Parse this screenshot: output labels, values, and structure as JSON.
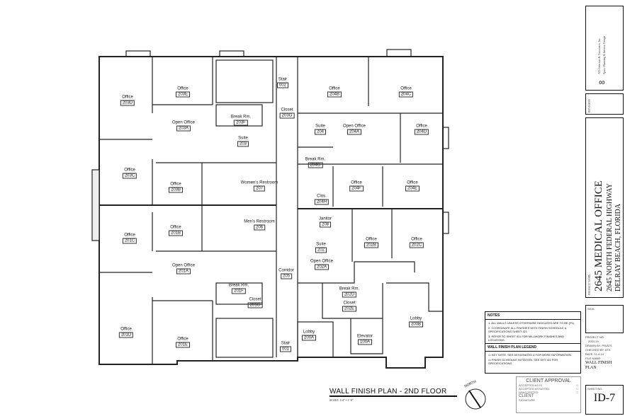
{
  "drawing": {
    "title": "WALL FINISH PLAN - 2ND FLOOR",
    "scale": "SCALE: 1/4\" = 1'-0\"",
    "north_label": "NORTH"
  },
  "rooms": [
    {
      "name": "Office",
      "number": "203D"
    },
    {
      "name": "Office",
      "number": "203E"
    },
    {
      "name": "Open Office",
      "number": "203A"
    },
    {
      "name": "Break Rm.",
      "number": "203F"
    },
    {
      "name": "Stair",
      "number": "002"
    },
    {
      "name": "Closet",
      "number": "203G"
    },
    {
      "name": "Suite",
      "number": "203"
    },
    {
      "name": "Office",
      "number": "203C"
    },
    {
      "name": "Office",
      "number": "203B"
    },
    {
      "name": "Women's Restroom",
      "number": "207"
    },
    {
      "name": "Men's Restroom",
      "number": "206"
    },
    {
      "name": "Office",
      "number": "201C"
    },
    {
      "name": "Office",
      "number": "201B"
    },
    {
      "name": "Open Office",
      "number": "201A"
    },
    {
      "name": "Break Rm.",
      "number": "201F"
    },
    {
      "name": "Closet",
      "number": "201G"
    },
    {
      "name": "Corridor",
      "number": "205"
    },
    {
      "name": "Office",
      "number": "201D"
    },
    {
      "name": "Office",
      "number": "201E"
    },
    {
      "name": "Stair",
      "number": "001"
    },
    {
      "name": "Office",
      "number": "204B"
    },
    {
      "name": "Office",
      "number": "204C"
    },
    {
      "name": "Suite",
      "number": "204"
    },
    {
      "name": "Open Office",
      "number": "204A"
    },
    {
      "name": "Office",
      "number": "204D"
    },
    {
      "name": "Break Rm.",
      "number": "204G"
    },
    {
      "name": "Office",
      "number": "204F"
    },
    {
      "name": "Office",
      "number": "204E"
    },
    {
      "name": "Clos.",
      "number": "204H"
    },
    {
      "name": "Janitor",
      "number": "208"
    },
    {
      "name": "Office",
      "number": "202B"
    },
    {
      "name": "Office",
      "number": "202C"
    },
    {
      "name": "Suite",
      "number": "202"
    },
    {
      "name": "Open Office",
      "number": "202A"
    },
    {
      "name": "Break Rm.",
      "number": "202D"
    },
    {
      "name": "Closet",
      "number": "202E"
    },
    {
      "name": "Lobby",
      "number": "200B"
    },
    {
      "name": "Elevator",
      "number": "100A"
    },
    {
      "name": "Lobby",
      "number": "200A"
    }
  ],
  "notes": {
    "heading": "NOTES",
    "items": [
      "1. ALL WALLS UNLESS OTHERWISE INDICATED ARE TO BE (P1).",
      "2. COORDINATE ALL FINISHES WITH FINISH SCHEDULE & SPECIFICATIONS SHEET ID1.",
      "3. REFER TO SHEET ID1 FOR MILLWORK FINISHES AND LOCATIONS."
    ],
    "legend_heading": "WALL FINISH PLAN LEGEND",
    "legend": [
      "KEY NOTE. SEE DESIGNATED # FOR MORE INFORMATION.",
      "FINISH SCHEDULE NOTATION. SEE SHT ID1 FOR SPECIFICATIONS"
    ]
  },
  "approval": {
    "title": "CLIENT APPROVAL",
    "options": [
      "ACCEPTED AS IS",
      "ACCEPTED AS NOTED",
      "UNACCEPTED"
    ],
    "client_label": "CLIENT",
    "signature_label": "SIGNATURE"
  },
  "title_block": {
    "firm": "ATS Interiors & Associates, Inc.",
    "firm_sub": "Space Planning & Interior Design",
    "revision_label": "REVISION",
    "project_label": "PROJECT NAME",
    "project_name": "2645 MEDICAL OFFICE",
    "address1": "2645 NORTH FEDERAL HIGHWAY",
    "address2": "DELRAY BEACH, FLORIDA",
    "seal_label": "SEAL",
    "project_no": "PROJECT NO.",
    "project_no_value": "2014-19",
    "drawn_by": "DRAWN BY: PR/ATS",
    "checked_by": "CHECKED BY: ATS",
    "date": "DATE: 11-4-14",
    "file_name_label": "FILE NAME:",
    "file_name": "WALL FINISH PLAN",
    "sheet_no_label": "SHEET NO.",
    "sheet_no": "ID-7"
  }
}
